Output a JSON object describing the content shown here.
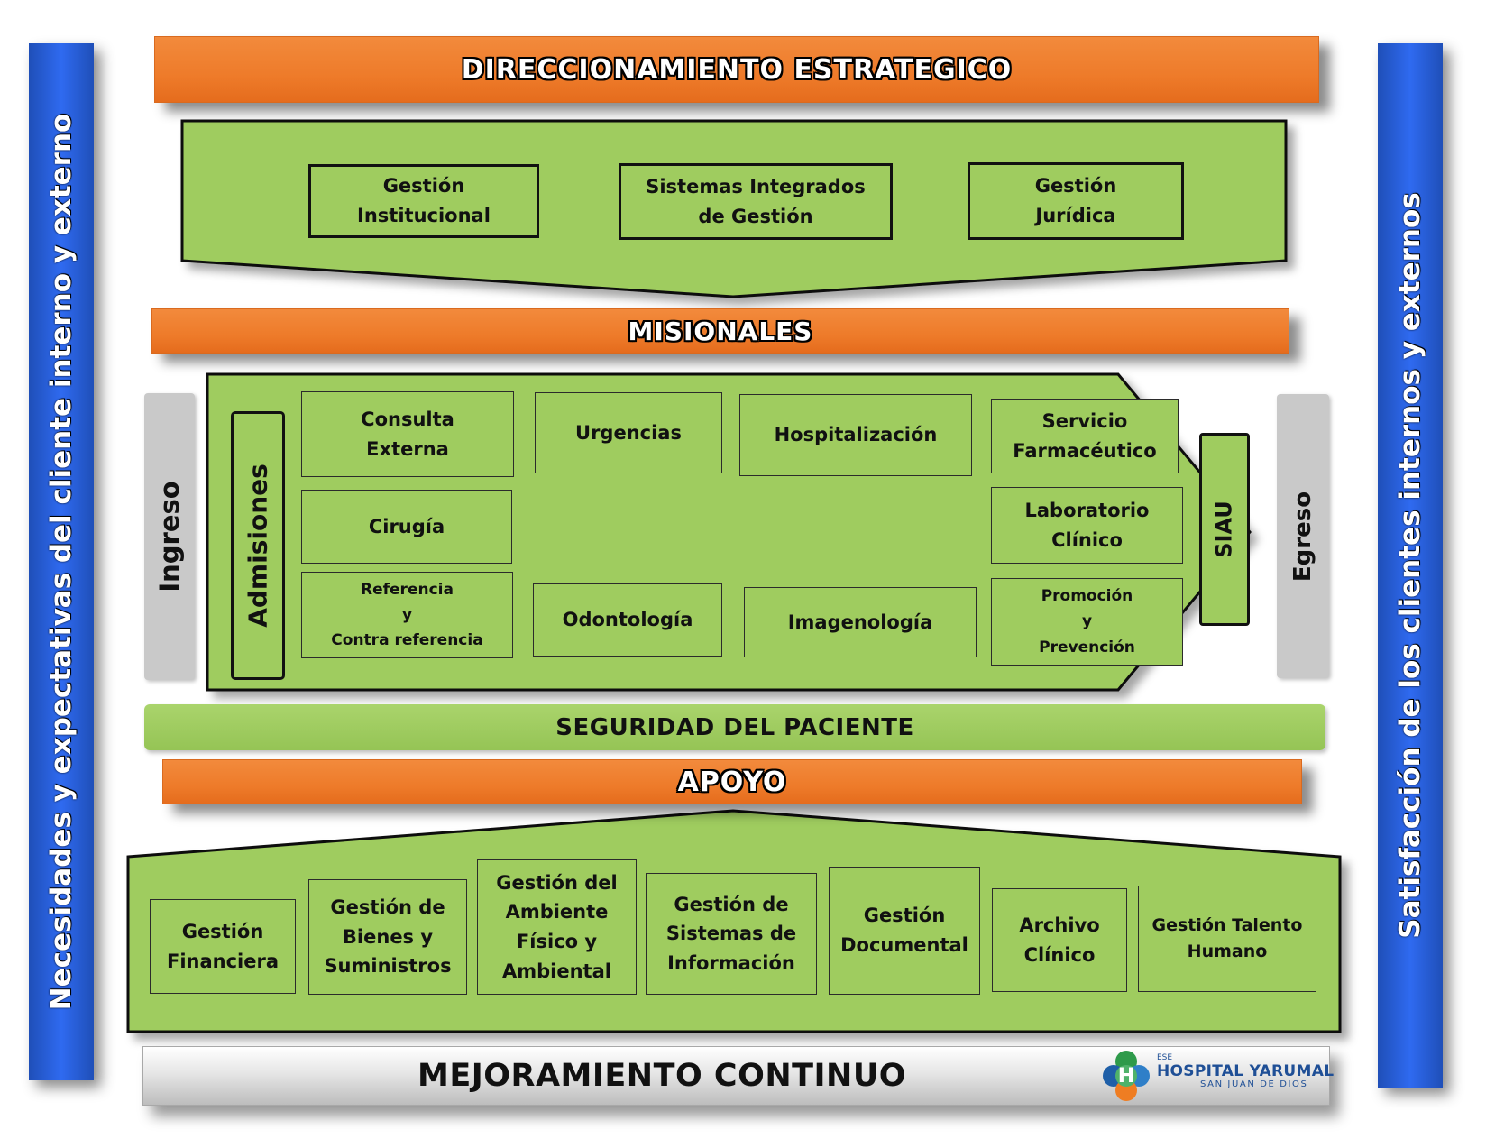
{
  "left_banner": "Necesidades y expectativas del cliente interno y externo",
  "right_banner": "Satisfacción de los clientes internos y externos",
  "sections": {
    "strategic": "DIRECCIONAMIENTO ESTRATEGICO",
    "missional": "MISIONALES",
    "support": "APOYO",
    "improvement": "MEJORAMIENTO CONTINUO",
    "safety": "SEGURIDAD DEL PACIENTE"
  },
  "strategic_processes": [
    "Gestión\nInstitucional",
    "Sistemas Integrados\nde Gestión",
    "Gestión\nJurídica"
  ],
  "missional": {
    "ingreso": "Ingreso",
    "egreso": "Egreso",
    "admisiones": "Admisiones",
    "siau": "SIAU",
    "processes": [
      "Consulta\nExterna",
      "Urgencias",
      "Hospitalización",
      "Servicio\nFarmacéutico",
      "Cirugía",
      "Laboratorio\nClínico",
      "Referencia\ny\nContra referencia",
      "Odontología",
      "Imagenología",
      "Promoción\ny\nPrevención"
    ]
  },
  "support_processes": [
    "Gestión\nFinanciera",
    "Gestión de\nBienes y\nSuministros",
    "Gestión del\nAmbiente\nFísico y\nAmbiental",
    "Gestión de\nSistemas de\nInformación",
    "Gestión\nDocumental",
    "Archivo\nClínico",
    "Gestión Talento\nHumano"
  ],
  "logo": {
    "prefix": "ESE",
    "name": "HOSPITAL YARUMAL",
    "subtitle": "SAN JUAN DE DIOS",
    "letter": "H"
  },
  "colors": {
    "blue": "#2a62e0",
    "orange": "#ee7b2a",
    "green": "#9fcc5f",
    "gray": "#c9c9c9"
  }
}
